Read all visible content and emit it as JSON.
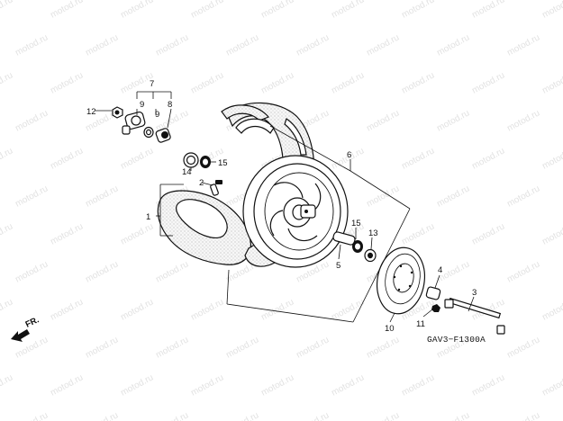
{
  "watermark": "motod.ru",
  "diagram_code": "GAV3−F1300A",
  "direction_label": "FR.",
  "callouts": {
    "c1": "1",
    "c2": "2",
    "c3": "3",
    "c4": "4",
    "c5": "5",
    "c6": "6",
    "c7": "7",
    "c8": "8",
    "c9": "9",
    "c10": "10",
    "c11": "11",
    "c12": "12",
    "c13": "13",
    "c14": "14",
    "c15a": "15",
    "c15b": "15"
  }
}
